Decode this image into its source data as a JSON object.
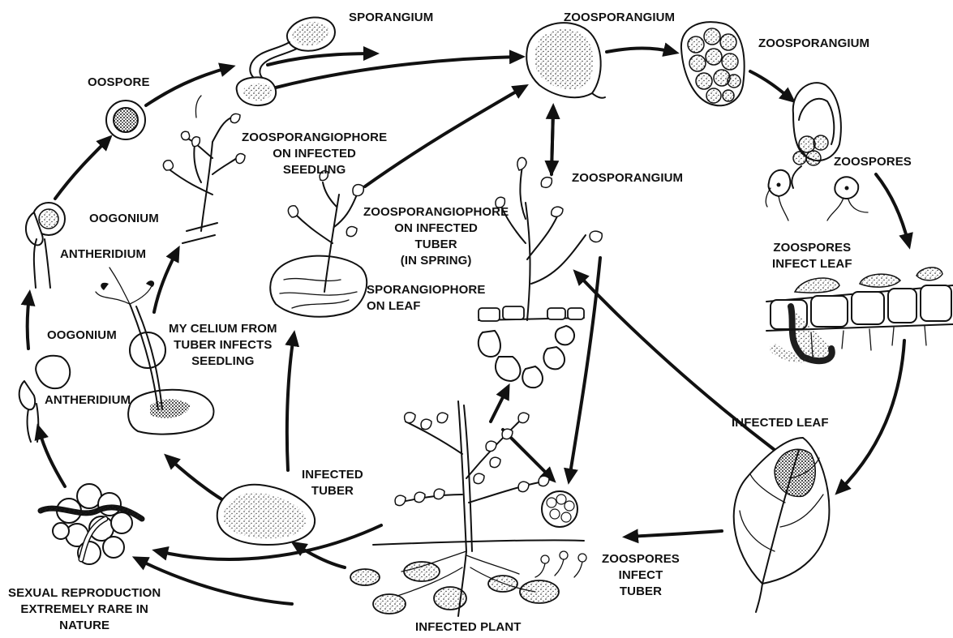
{
  "labels": {
    "sporangium": "SPORANGIUM",
    "zoosporangium_top": "ZOOSPORANGIUM",
    "zoosporangium_right": "ZOOSPORANGIUM",
    "oospore": "OOSPORE",
    "zoosporangiophore_seedling": "ZOOSPORANGIOPHORE\nON INFECTED\nSEEDLING",
    "zoosporangium_mid": "ZOOSPORANGIUM",
    "zoospores": "ZOOSPORES",
    "oogonium_top": "OOGONIUM",
    "zoosporangiophore_tuber": "ZOOSPORANGIOPHORE\nON INFECTED\nTUBER\n(IN SPRING)",
    "antheridium_top": "ANTHERIDIUM",
    "zoospores_infect_leaf": "ZOOSPORES\nINFECT LEAF",
    "sporangiophore_leaf": "SPORANGIOPHORE\nON LEAF",
    "oogonium_bottom": "OOGONIUM",
    "mycelium_infects_seedling": "MY CELIUM FROM\nTUBER INFECTS\nSEEDLING",
    "antheridium_bottom": "ANTHERIDIUM",
    "infected_leaf": "INFECTED LEAF",
    "infected_tuber": "INFECTED\nTUBER",
    "zoospores_infect_tuber": "ZOOSPORES\nINFECT\nTUBER",
    "sexual_reproduction": "SEXUAL REPRODUCTION\nEXTREMELY RARE IN\nNATURE",
    "infected_plant": "INFECTED PLANT"
  },
  "colors": {
    "ink": "#111111",
    "paper": "#ffffff"
  }
}
